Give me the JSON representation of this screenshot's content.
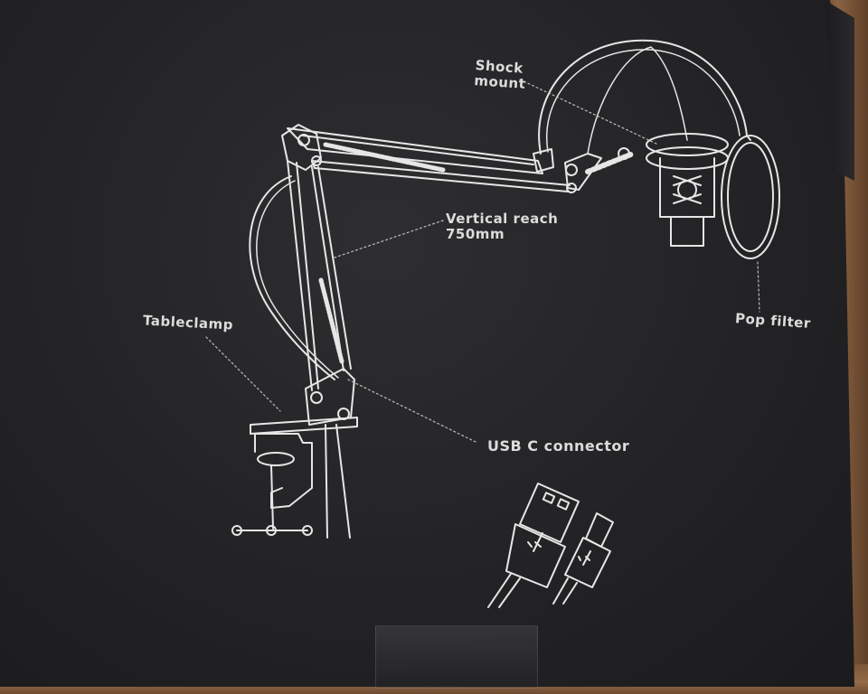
{
  "labels": {
    "shock_mount": "Shock\nmount",
    "vertical_reach": "Vertical reach\n750mm",
    "tableclamp": "Tableclamp",
    "pop_filter": "Pop filter",
    "usb_connector": "USB C connector"
  },
  "colors": {
    "box": "#232325",
    "line_art": "#e6e6e6",
    "text": "#dcdcdc",
    "wood": "#8a6242"
  }
}
